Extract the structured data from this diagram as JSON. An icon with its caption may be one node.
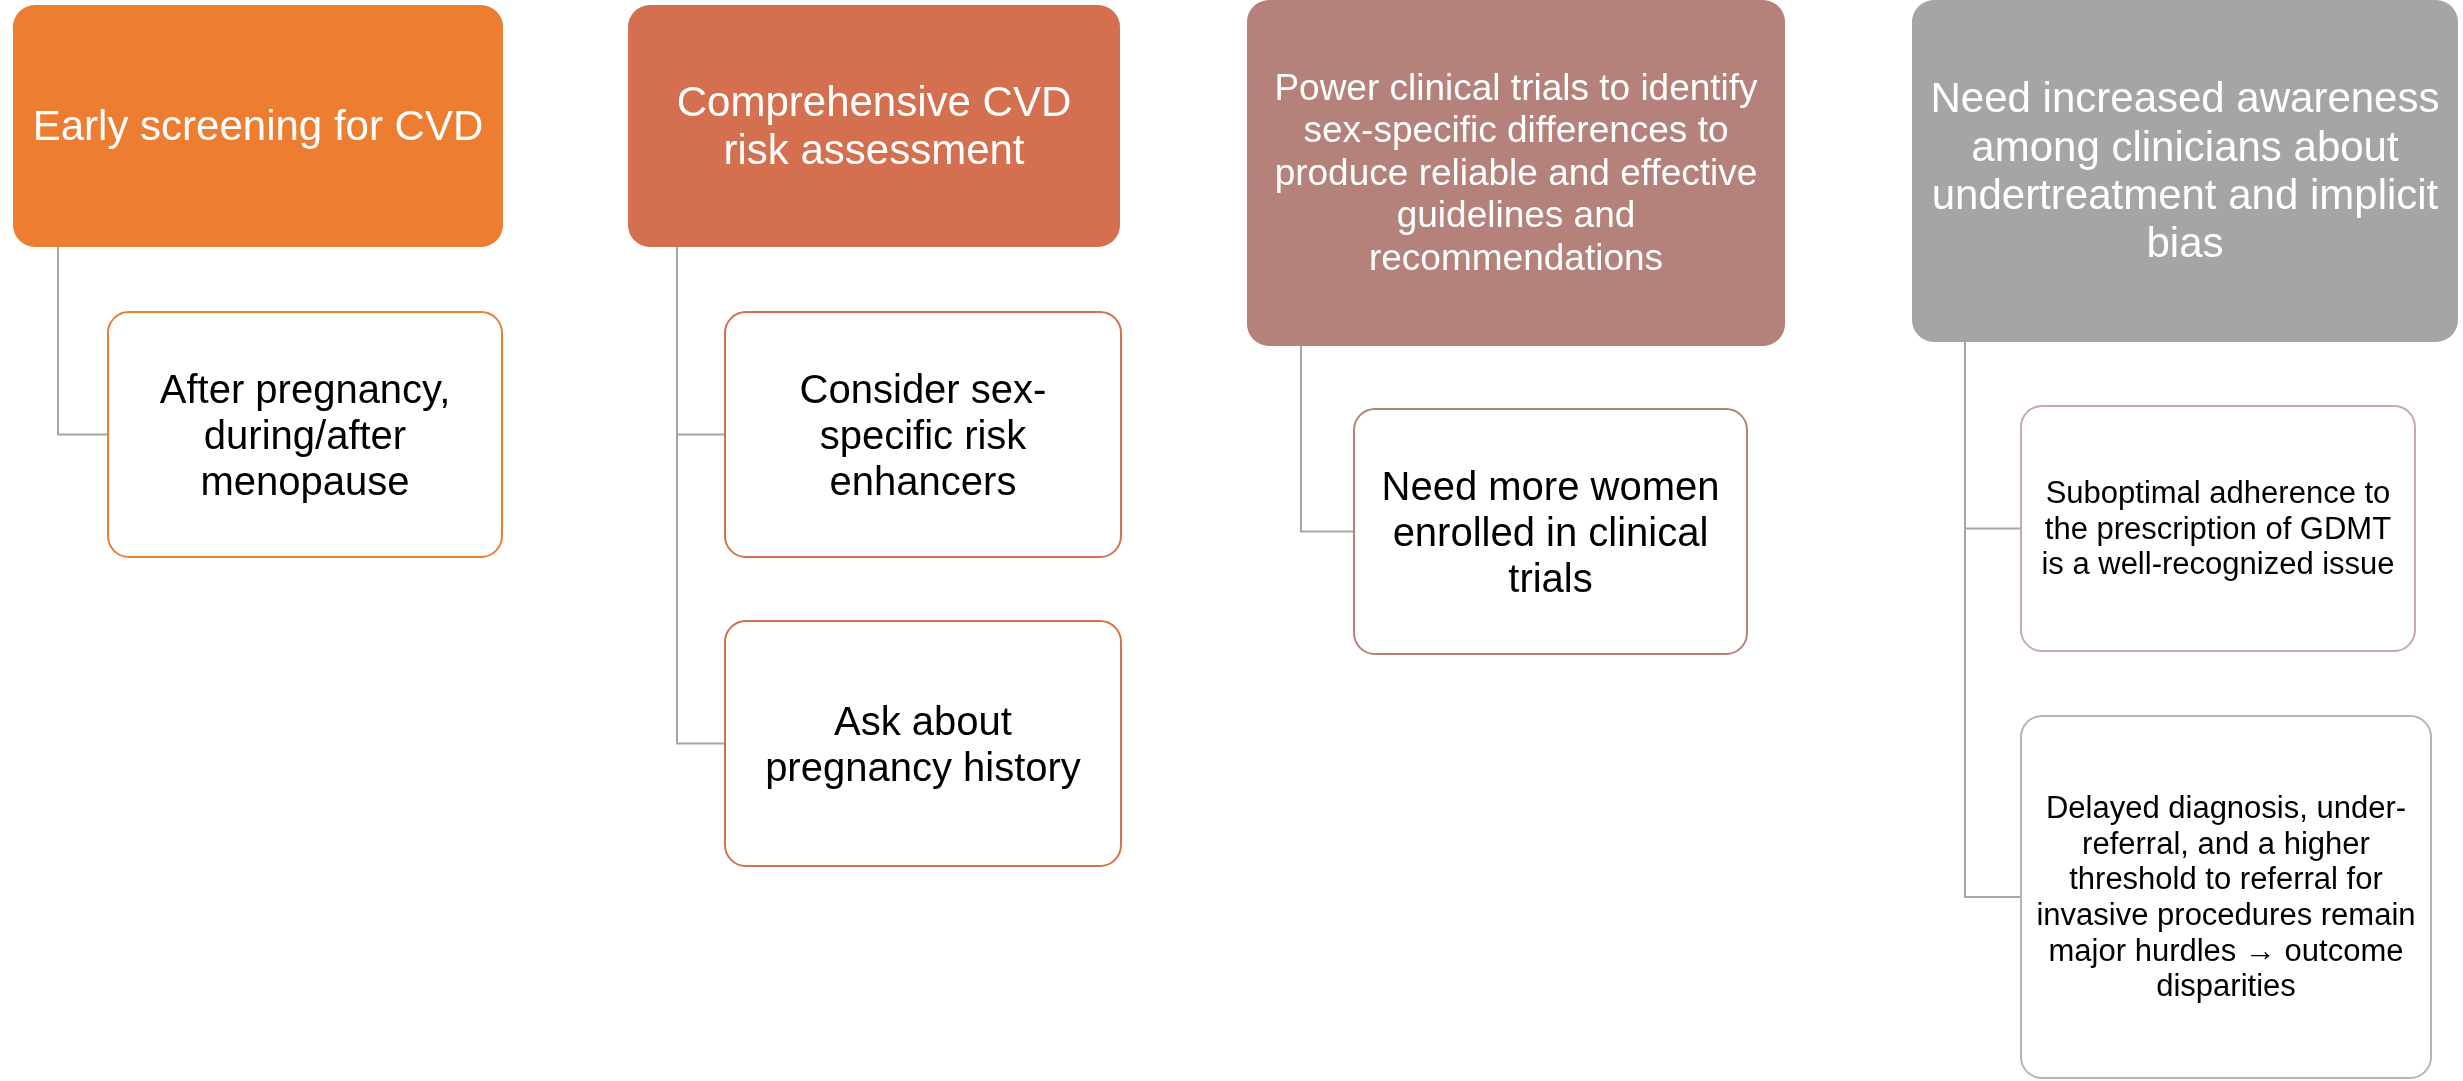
{
  "diagram": {
    "nodes": [
      {
        "text": [
          "Early screening for CVD"
        ]
      },
      {
        "text": [
          "After pregnancy, during/after menopause"
        ]
      },
      {
        "text": [
          "Comprehensive CVD risk assessment"
        ]
      },
      {
        "text": [
          "Consider sex-specific risk enhancers"
        ]
      },
      {
        "text": [
          "Ask about pregnancy history"
        ]
      },
      {
        "text": [
          "Power clinical trials to identify sex-specific differences to produce reliable and effective guidelines and recommendations"
        ]
      },
      {
        "text": [
          "Need more women enrolled in clinical trials"
        ]
      },
      {
        "text": [
          "Need increased awareness among clinicians about undertreatment and implicit bias"
        ]
      },
      {
        "text": [
          "Suboptimal adherence to the prescription of GDMT is a well-recognized issue"
        ]
      },
      {
        "text": [
          "Delayed diagnosis, under-referral, and a higher threshold to referral for invasive procedures remain major hurdles → outcome disparities"
        ]
      }
    ],
    "edges": [
      {
        "from": 0,
        "to": 1,
        "arrow": "none"
      },
      {
        "from": 2,
        "to": 3,
        "arrow": "none"
      },
      {
        "from": 2,
        "to": 4,
        "arrow": "none"
      },
      {
        "from": 5,
        "to": 6,
        "arrow": "none"
      },
      {
        "from": 7,
        "to": 8,
        "arrow": "none"
      },
      {
        "from": 7,
        "to": 9,
        "arrow": "none"
      }
    ]
  }
}
